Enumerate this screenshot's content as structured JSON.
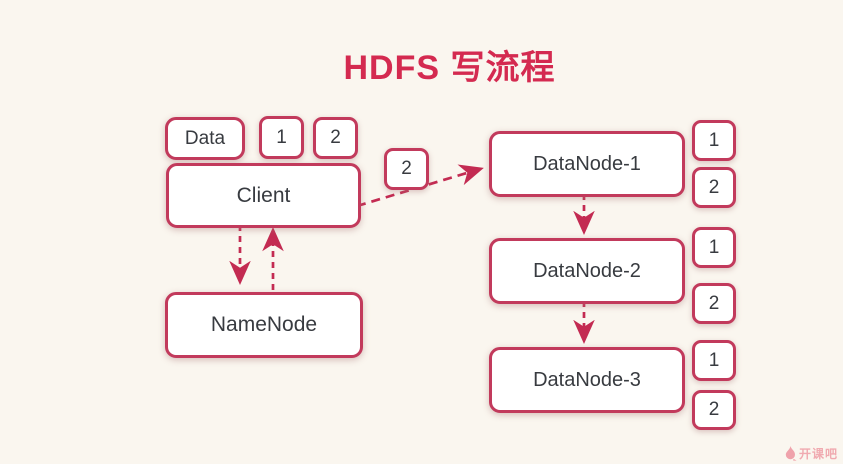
{
  "title": "HDFS 写流程",
  "colors": {
    "background": "#faf6ef",
    "accent_border": "#c23a5c",
    "title_text": "#d42a50",
    "node_text": "#383b40",
    "watermark_pink": "#f0a2aa"
  },
  "nodes": {
    "data": "Data",
    "client": "Client",
    "namenode": "NameNode",
    "datanode1": "DataNode-1",
    "datanode2": "DataNode-2",
    "datanode3": "DataNode-3"
  },
  "chips": {
    "client_blocks": [
      "1",
      "2"
    ],
    "transfer_packet": "2",
    "datanode1_replicas": [
      "1",
      "2"
    ],
    "datanode2_replicas": [
      "1",
      "2"
    ],
    "datanode3_replicas": [
      "1",
      "2"
    ]
  },
  "edges": [
    {
      "from": "Client",
      "to": "DataNode-1",
      "style": "dashed-arrow"
    },
    {
      "from": "Client",
      "to": "NameNode",
      "style": "dashed-arrow"
    },
    {
      "from": "NameNode",
      "to": "Client",
      "style": "dashed-arrow"
    },
    {
      "from": "DataNode-1",
      "to": "DataNode-2",
      "style": "dashed-arrow"
    },
    {
      "from": "DataNode-2",
      "to": "DataNode-3",
      "style": "dashed-arrow"
    }
  ],
  "watermark": {
    "text": "开课吧"
  }
}
